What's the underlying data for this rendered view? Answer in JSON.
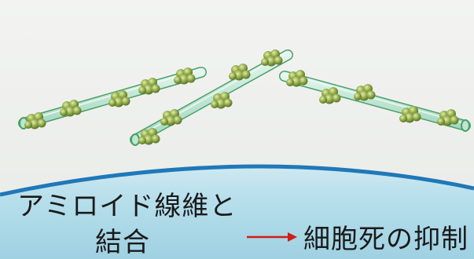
{
  "labels": {
    "binding_line1": "アミロイド線維と",
    "binding_line2": "結合",
    "result": "細胞死の抑制"
  },
  "colors": {
    "background_top": "#f0f1ef",
    "membrane": "#a9d7e5",
    "membrane_edge": "#1f78b8",
    "fibril_fill": "#c8e9da",
    "fibril_stroke": "#4aa06a",
    "cluster_dark": "#5c7a2a",
    "cluster_light": "#c9d98a",
    "arrow": "#d21b1b",
    "text": "#1a1a1a"
  },
  "icons": [
    "amyloid-fibril-icon",
    "compound-cluster-icon",
    "red-arrow-icon"
  ]
}
